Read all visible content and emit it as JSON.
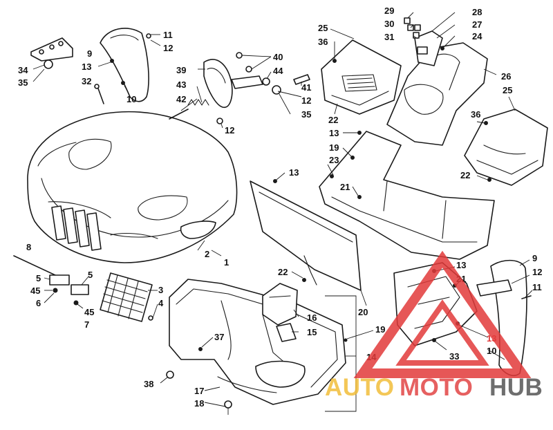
{
  "callouts": [
    {
      "id": "c29",
      "text": "29"
    },
    {
      "id": "c28",
      "text": "28"
    },
    {
      "id": "c30",
      "text": "30"
    },
    {
      "id": "c27",
      "text": "27"
    },
    {
      "id": "c31",
      "text": "31"
    },
    {
      "id": "c24",
      "text": "24"
    },
    {
      "id": "c25a",
      "text": "25"
    },
    {
      "id": "c36a",
      "text": "36"
    },
    {
      "id": "c26",
      "text": "26"
    },
    {
      "id": "c25b",
      "text": "25"
    },
    {
      "id": "c36b",
      "text": "36"
    },
    {
      "id": "c22a",
      "text": "22"
    },
    {
      "id": "c22b",
      "text": "22"
    },
    {
      "id": "c13a",
      "text": "13"
    },
    {
      "id": "c19a",
      "text": "19"
    },
    {
      "id": "c23",
      "text": "23"
    },
    {
      "id": "c21a",
      "text": "21"
    },
    {
      "id": "c13b",
      "text": "13"
    },
    {
      "id": "c11a",
      "text": "11"
    },
    {
      "id": "c12a",
      "text": "12"
    },
    {
      "id": "c9a",
      "text": "9"
    },
    {
      "id": "c13c",
      "text": "13"
    },
    {
      "id": "c32",
      "text": "32"
    },
    {
      "id": "c10a",
      "text": "10"
    },
    {
      "id": "c34",
      "text": "34"
    },
    {
      "id": "c35a",
      "text": "35"
    },
    {
      "id": "c40",
      "text": "40"
    },
    {
      "id": "c39",
      "text": "39"
    },
    {
      "id": "c44",
      "text": "44"
    },
    {
      "id": "c43",
      "text": "43"
    },
    {
      "id": "c41",
      "text": "41"
    },
    {
      "id": "c42",
      "text": "42"
    },
    {
      "id": "c12b",
      "text": "12"
    },
    {
      "id": "c35b",
      "text": "35"
    },
    {
      "id": "c12c",
      "text": "12"
    },
    {
      "id": "c2",
      "text": "2"
    },
    {
      "id": "c1",
      "text": "1"
    },
    {
      "id": "c8",
      "text": "8"
    },
    {
      "id": "c5a",
      "text": "5"
    },
    {
      "id": "c5b",
      "text": "5"
    },
    {
      "id": "c45a",
      "text": "45"
    },
    {
      "id": "c6",
      "text": "6"
    },
    {
      "id": "c45b",
      "text": "45"
    },
    {
      "id": "c7",
      "text": "7"
    },
    {
      "id": "c3",
      "text": "3"
    },
    {
      "id": "c4",
      "text": "4"
    },
    {
      "id": "c22c",
      "text": "22"
    },
    {
      "id": "c20",
      "text": "20"
    },
    {
      "id": "c19b",
      "text": "19"
    },
    {
      "id": "c14",
      "text": "14"
    },
    {
      "id": "c16",
      "text": "16"
    },
    {
      "id": "c15",
      "text": "15"
    },
    {
      "id": "c37",
      "text": "37"
    },
    {
      "id": "c38",
      "text": "38"
    },
    {
      "id": "c17",
      "text": "17"
    },
    {
      "id": "c18",
      "text": "18"
    },
    {
      "id": "c9b",
      "text": "9"
    },
    {
      "id": "c12d",
      "text": "12"
    },
    {
      "id": "c11b",
      "text": "11"
    },
    {
      "id": "c13d",
      "text": "13"
    },
    {
      "id": "c21b",
      "text": "21"
    },
    {
      "id": "c13e",
      "text": "13"
    },
    {
      "id": "c10b",
      "text": "10"
    },
    {
      "id": "c33",
      "text": "33"
    }
  ],
  "watermark": {
    "word_part1": "AUTO",
    "word_part2": "MOTO",
    "word_part3": "HUB",
    "colors": {
      "auto": "#f2be3a",
      "moto": "#e24545",
      "hub": "#555555",
      "triangle": "#e23a3a"
    }
  }
}
